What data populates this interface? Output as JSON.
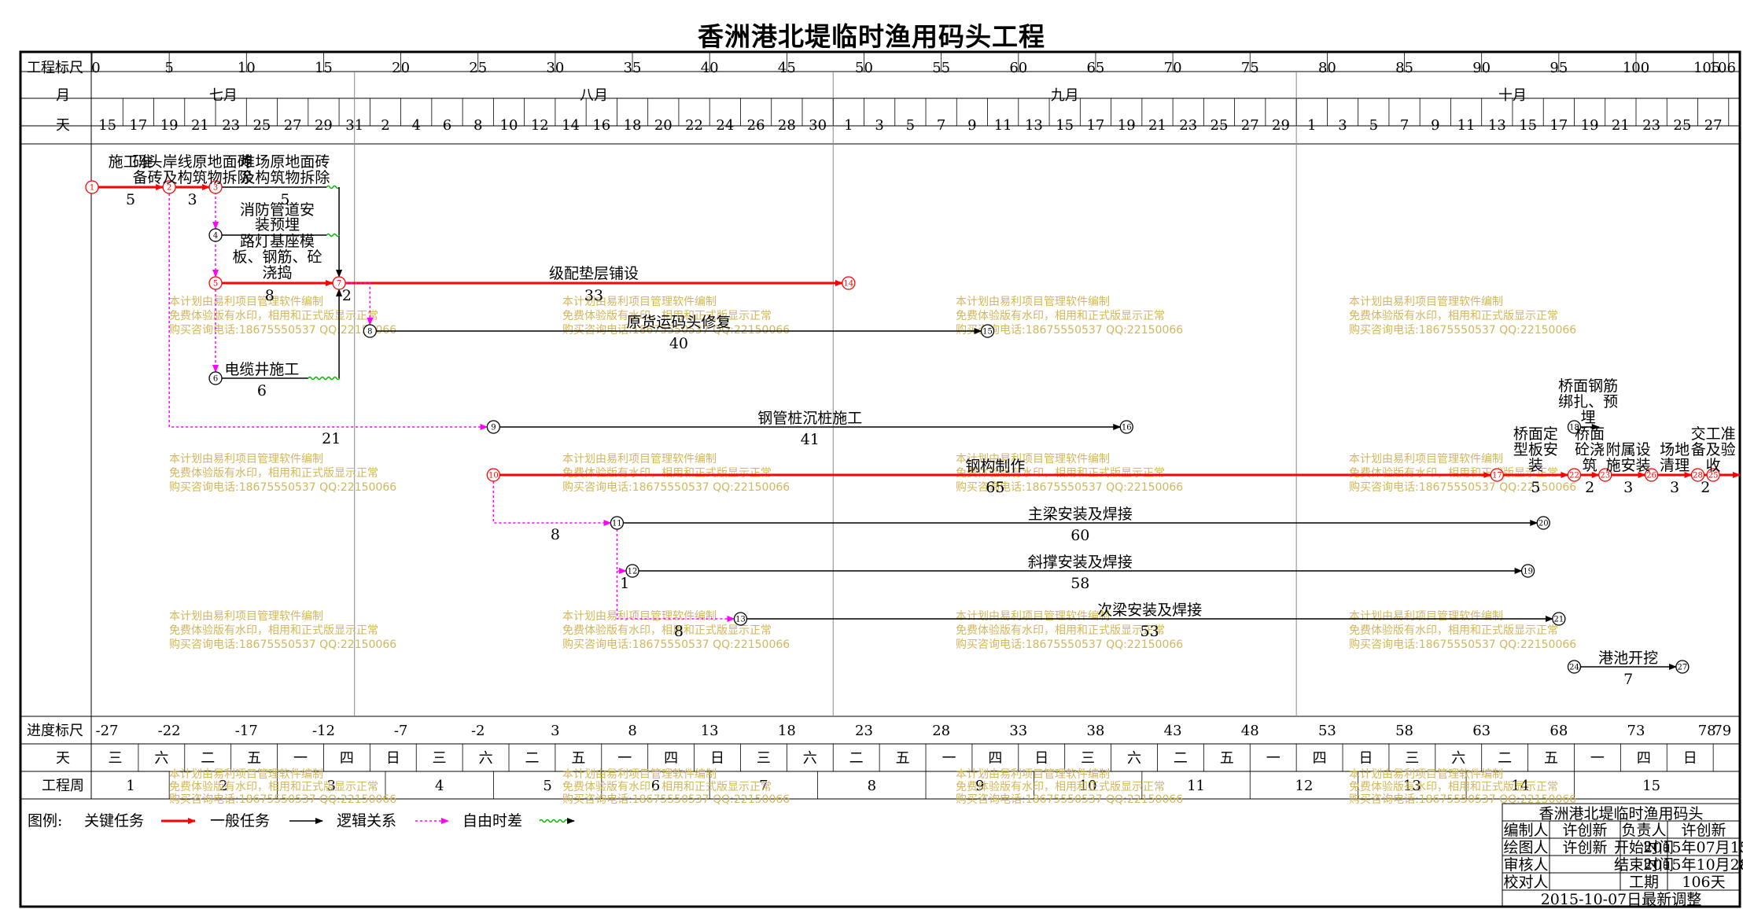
{
  "title": "香洲港北堤临时渔用码头工程",
  "scale": {
    "top_label": "工程标尺",
    "top_ticks": [
      "0",
      "5",
      "10",
      "15",
      "20",
      "25",
      "30",
      "35",
      "40",
      "45",
      "50",
      "55",
      "60",
      "65",
      "70",
      "75",
      "80",
      "85",
      "90",
      "95",
      "100",
      "105",
      "106"
    ],
    "month_label": "月",
    "months": [
      "七月",
      "八月",
      "九月",
      "十月"
    ],
    "day_label": "天",
    "days": [
      "15",
      "17",
      "19",
      "21",
      "23",
      "25",
      "27",
      "29",
      "31",
      "2",
      "4",
      "6",
      "8",
      "10",
      "12",
      "14",
      "16",
      "18",
      "20",
      "22",
      "24",
      "26",
      "28",
      "30",
      "1",
      "3",
      "5",
      "7",
      "9",
      "11",
      "13",
      "15",
      "17",
      "19",
      "21",
      "23",
      "25",
      "27",
      "29",
      "1",
      "3",
      "5",
      "7",
      "9",
      "11",
      "13",
      "15",
      "17",
      "19",
      "21",
      "23",
      "25",
      "27"
    ],
    "progress_label": "进度标尺",
    "progress_ticks": [
      "-27",
      "-22",
      "-17",
      "-12",
      "-7",
      "-2",
      "3",
      "8",
      "13",
      "18",
      "23",
      "28",
      "33",
      "38",
      "43",
      "48",
      "53",
      "58",
      "63",
      "68",
      "73",
      "78",
      "79"
    ],
    "weekday_label": "天",
    "weekdays": [
      "三",
      "六",
      "二",
      "五",
      "一",
      "四",
      "日",
      "三",
      "六",
      "二",
      "五",
      "一",
      "四",
      "日",
      "三",
      "六",
      "二",
      "五",
      "一",
      "四",
      "日",
      "三",
      "六",
      "二",
      "五",
      "一",
      "四",
      "日",
      "三",
      "六",
      "二",
      "五",
      "一",
      "四",
      "日"
    ],
    "week_label": "工程周",
    "weeks": [
      "1",
      "2",
      "3",
      "4",
      "5",
      "6",
      "7",
      "8",
      "9",
      "10",
      "11",
      "12",
      "13",
      "14",
      "15"
    ]
  },
  "tasks": [
    {
      "name": "施工准备",
      "duration": "5"
    },
    {
      "name": "码头岸线原地面砖及构筑物拆除",
      "duration": "3"
    },
    {
      "name": "堆场原地面砖及构筑物拆除",
      "duration": "5"
    },
    {
      "name": "消防管道安装预埋",
      "duration": ""
    },
    {
      "name": "路灯基座模板、钢筋、砼浇捣",
      "duration": "8"
    },
    {
      "name": "级配垫层铺设",
      "duration": "33"
    },
    {
      "name": "原货运码头修复",
      "duration": "40"
    },
    {
      "name": "电缆井施工",
      "duration": "6"
    },
    {
      "name": "钢管桩沉桩施工",
      "duration": "41"
    },
    {
      "name": "钢构制作",
      "duration": "65"
    },
    {
      "name": "主梁安装及焊接",
      "duration": "60"
    },
    {
      "name": "斜撑安装及焊接",
      "duration": "58"
    },
    {
      "name": "次梁安装及焊接",
      "duration": "53"
    },
    {
      "name": "桥面钢筋绑扎、预埋",
      "duration": ""
    },
    {
      "name": "桥面定型板安装",
      "duration": "5"
    },
    {
      "name": "桥面砼浇筑",
      "duration": "2"
    },
    {
      "name": "附属设施安装",
      "duration": "3"
    },
    {
      "name": "场地清理",
      "duration": "3"
    },
    {
      "name": "交工准备及验收",
      "duration": "2"
    },
    {
      "name": "港池开挖",
      "duration": "7"
    }
  ],
  "free_float_labels": [
    "2",
    "21",
    "8",
    "1",
    "8"
  ],
  "watermark": [
    "本计划由易利项目管理软件编制",
    "免费体验版有水印，相用和正式版显示正常",
    "购买咨询电话:18675550537 QQ:22150066"
  ],
  "legend": {
    "label": "图例:",
    "items": [
      "关键任务",
      "一般任务",
      "逻辑关系",
      "自由时差"
    ]
  },
  "info": {
    "project": "香洲港北堤临时渔用码头",
    "rows": [
      {
        "k1": "编制人",
        "v1": "许创新",
        "k2": "负责人",
        "v2": "许创新"
      },
      {
        "k1": "绘图人",
        "v1": "许创新",
        "k2": "开始时间",
        "v2": "2015年07月15日"
      },
      {
        "k1": "审核人",
        "v1": "",
        "k2": "结束时间",
        "v2": "2015年10月28日"
      },
      {
        "k1": "校对人",
        "v1": "",
        "k2": "工期",
        "v2": "106天"
      }
    ],
    "footer": "2015-10-07日最新调整"
  },
  "colors": {
    "critical": "#ff0000",
    "normal": "#000000",
    "logic": "#000000",
    "float": "#ff00ff",
    "freefloat": "#00bb00"
  }
}
